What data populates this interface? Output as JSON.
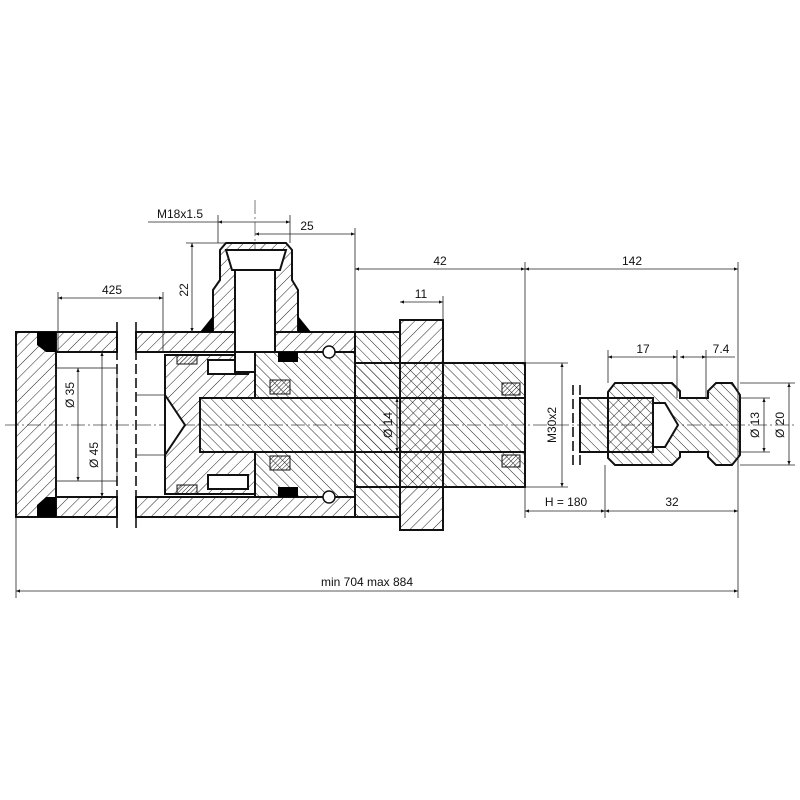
{
  "drawing": {
    "title": "Hydraulic cylinder sectional drawing",
    "colors": {
      "line": "#111111",
      "background": "#ffffff",
      "seal": "#000000"
    },
    "dimensions": {
      "thread_port": "M18x1.5",
      "port_offset": "25",
      "port_height": "22",
      "cap_length": "425",
      "gland_length": "42",
      "rod_extension": "142",
      "flange_width": "11",
      "eye_length": "17",
      "eye_groove": "7.4",
      "bore_inner": "Ø 35",
      "bore_outer": "Ø 45",
      "rod_diameter": "Ø 14",
      "rod_thread": "M30x2",
      "eye_inner": "Ø 13",
      "eye_outer": "Ø 20",
      "stroke": "H = 180",
      "eye_total": "32",
      "overall_length": "min 704 max 884"
    }
  }
}
